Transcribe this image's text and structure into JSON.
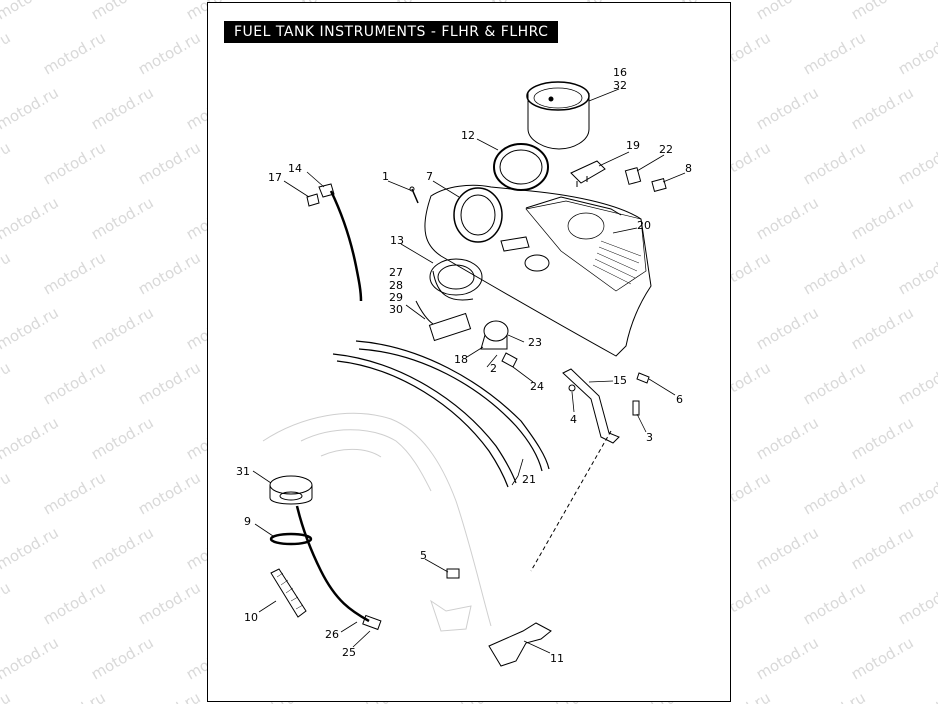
{
  "title": "FUEL TANK INSTRUMENTS - FLHR & FLHRC",
  "watermark": "motod.ru",
  "callouts": {
    "c1": "1",
    "c2": "2",
    "c3": "3",
    "c4": "4",
    "c5": "5",
    "c6": "6",
    "c7": "7",
    "c8": "8",
    "c9": "9",
    "c10": "10",
    "c11": "11",
    "c12": "12",
    "c13": "13",
    "c14": "14",
    "c15": "15",
    "c16": "16",
    "c17": "17",
    "c18": "18",
    "c19": "19",
    "c20": "20",
    "c21": "21",
    "c22": "22",
    "c23": "23",
    "c24": "24",
    "c25": "25",
    "c26": "26",
    "c27": "27",
    "c28": "28",
    "c29": "29",
    "c30": "30",
    "c31": "31",
    "c32": "32"
  }
}
